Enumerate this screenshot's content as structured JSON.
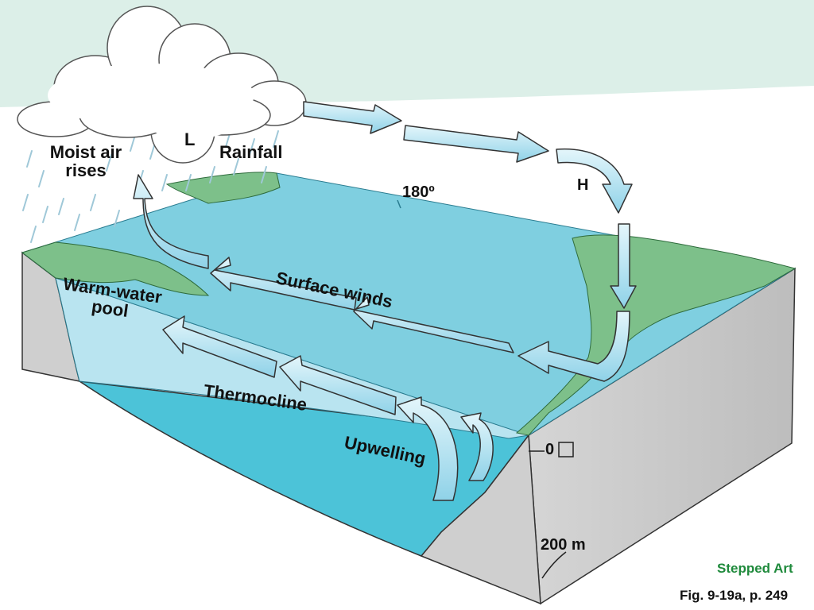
{
  "diagram": {
    "labels": {
      "low_pressure": "L",
      "high_pressure": "H",
      "moist_air": [
        "Moist air",
        "rises"
      ],
      "rainfall": "Rainfall",
      "longitude": "180º",
      "surface_winds": "Surface winds",
      "warm_pool": [
        "Warm-water",
        "pool"
      ],
      "thermocline": "Thermocline",
      "upwelling": "Upwelling",
      "depth_top": "0",
      "depth_bottom": "200 m"
    },
    "captions": {
      "stepped": "Stepped Art",
      "figure": "Fig. 9-19a, p. 249"
    },
    "colors": {
      "sky": "#dcefe8",
      "ocean_surface": "#7fcfe0",
      "warm_water": "#b9e4f0",
      "deep_water": "#4cc3d8",
      "land": "#7dc08a",
      "block_side": "#c9c9c9",
      "arrow": "#c9ecf6",
      "caption_green": "#1f8a3c"
    }
  }
}
